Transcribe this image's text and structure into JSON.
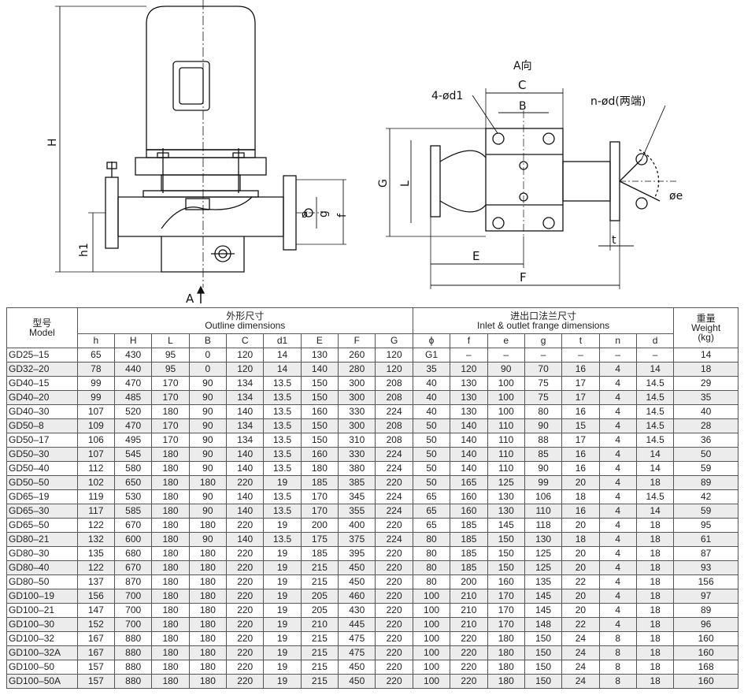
{
  "drawing": {
    "labels": {
      "H": "H",
      "h1": "h1",
      "A_arrow": "A",
      "A_view": "A向",
      "C": "C",
      "B": "B",
      "G": "G",
      "L": "L",
      "E": "E",
      "F": "F",
      "t": "t",
      "four_d1": "4-ød1",
      "n_d": "n-ød(两端)",
      "phi_e": "øe",
      "phi": "ø",
      "g": "g",
      "f": "f"
    }
  },
  "table": {
    "header": {
      "model_cn": "型号",
      "model_en": "Model",
      "outline_cn": "外形尺寸",
      "outline_en": "Outline dimensions",
      "flange_cn": "进出口法兰尺寸",
      "flange_en": "Inlet & outlet frange dimensions",
      "weight_cn": "重量",
      "weight_en": "Weight",
      "weight_unit": "(kg)"
    },
    "columns": [
      "h",
      "H",
      "L",
      "B",
      "C",
      "d1",
      "E",
      "F",
      "G",
      "ϕ",
      "f",
      "e",
      "g",
      "t",
      "n",
      "d"
    ],
    "rows": [
      [
        "GD25–15",
        "65",
        "430",
        "95",
        "0",
        "120",
        "14",
        "130",
        "260",
        "120",
        "G1",
        "–",
        "–",
        "–",
        "–",
        "–",
        "–",
        "14"
      ],
      [
        "GD32–20",
        "78",
        "440",
        "95",
        "0",
        "120",
        "14",
        "140",
        "280",
        "120",
        "35",
        "120",
        "90",
        "70",
        "16",
        "4",
        "14",
        "18"
      ],
      [
        "GD40–15",
        "99",
        "470",
        "170",
        "90",
        "134",
        "13.5",
        "150",
        "300",
        "208",
        "40",
        "130",
        "100",
        "75",
        "17",
        "4",
        "14.5",
        "29"
      ],
      [
        "GD40–20",
        "99",
        "485",
        "170",
        "90",
        "134",
        "13.5",
        "150",
        "300",
        "208",
        "40",
        "130",
        "100",
        "75",
        "17",
        "4",
        "14.5",
        "35"
      ],
      [
        "GD40–30",
        "107",
        "520",
        "180",
        "90",
        "140",
        "13.5",
        "160",
        "330",
        "224",
        "40",
        "130",
        "100",
        "80",
        "16",
        "4",
        "14.5",
        "40"
      ],
      [
        "GD50–8",
        "109",
        "470",
        "170",
        "90",
        "134",
        "13.5",
        "150",
        "300",
        "208",
        "50",
        "140",
        "110",
        "90",
        "15",
        "4",
        "14.5",
        "28"
      ],
      [
        "GD50–17",
        "106",
        "495",
        "170",
        "90",
        "134",
        "13.5",
        "150",
        "310",
        "208",
        "50",
        "140",
        "110",
        "88",
        "17",
        "4",
        "14.5",
        "36"
      ],
      [
        "GD50–30",
        "107",
        "545",
        "180",
        "90",
        "140",
        "13.5",
        "160",
        "330",
        "224",
        "50",
        "140",
        "110",
        "85",
        "16",
        "4",
        "14",
        "50"
      ],
      [
        "GD50–40",
        "112",
        "580",
        "180",
        "90",
        "140",
        "13.5",
        "180",
        "380",
        "224",
        "50",
        "140",
        "110",
        "90",
        "16",
        "4",
        "14",
        "59"
      ],
      [
        "GD50–50",
        "102",
        "650",
        "180",
        "180",
        "220",
        "19",
        "185",
        "385",
        "220",
        "50",
        "165",
        "125",
        "99",
        "20",
        "4",
        "18",
        "89"
      ],
      [
        "GD65–19",
        "119",
        "530",
        "180",
        "90",
        "140",
        "13.5",
        "170",
        "345",
        "224",
        "65",
        "160",
        "130",
        "106",
        "18",
        "4",
        "14.5",
        "42"
      ],
      [
        "GD65–30",
        "117",
        "585",
        "180",
        "90",
        "140",
        "13.5",
        "170",
        "355",
        "224",
        "65",
        "160",
        "130",
        "110",
        "16",
        "4",
        "14",
        "59"
      ],
      [
        "GD65–50",
        "122",
        "670",
        "180",
        "180",
        "220",
        "19",
        "200",
        "400",
        "220",
        "65",
        "185",
        "145",
        "118",
        "20",
        "4",
        "18",
        "95"
      ],
      [
        "GD80–21",
        "132",
        "600",
        "180",
        "90",
        "140",
        "13.5",
        "175",
        "375",
        "224",
        "80",
        "185",
        "150",
        "130",
        "18",
        "4",
        "18",
        "61"
      ],
      [
        "GD80–30",
        "135",
        "680",
        "180",
        "180",
        "220",
        "19",
        "185",
        "395",
        "220",
        "80",
        "185",
        "150",
        "125",
        "20",
        "4",
        "18",
        "87"
      ],
      [
        "GD80–40",
        "122",
        "670",
        "180",
        "180",
        "220",
        "19",
        "215",
        "450",
        "220",
        "80",
        "185",
        "150",
        "125",
        "20",
        "4",
        "18",
        "93"
      ],
      [
        "GD80–50",
        "137",
        "870",
        "180",
        "180",
        "220",
        "19",
        "215",
        "450",
        "220",
        "80",
        "200",
        "160",
        "135",
        "22",
        "4",
        "18",
        "156"
      ],
      [
        "GD100–19",
        "156",
        "700",
        "180",
        "180",
        "220",
        "19",
        "205",
        "460",
        "220",
        "100",
        "210",
        "170",
        "145",
        "20",
        "4",
        "18",
        "97"
      ],
      [
        "GD100–21",
        "147",
        "700",
        "180",
        "180",
        "220",
        "19",
        "205",
        "430",
        "220",
        "100",
        "210",
        "170",
        "145",
        "20",
        "4",
        "18",
        "89"
      ],
      [
        "GD100–30",
        "152",
        "700",
        "180",
        "180",
        "220",
        "19",
        "210",
        "445",
        "220",
        "100",
        "210",
        "170",
        "148",
        "22",
        "4",
        "18",
        "96"
      ],
      [
        "GD100–32",
        "167",
        "880",
        "180",
        "180",
        "220",
        "19",
        "215",
        "475",
        "220",
        "100",
        "220",
        "180",
        "150",
        "24",
        "8",
        "18",
        "160"
      ],
      [
        "GD100–32A",
        "167",
        "880",
        "180",
        "180",
        "220",
        "19",
        "215",
        "475",
        "220",
        "100",
        "220",
        "180",
        "150",
        "24",
        "8",
        "18",
        "160"
      ],
      [
        "GD100–50",
        "157",
        "880",
        "180",
        "180",
        "220",
        "19",
        "215",
        "450",
        "220",
        "100",
        "220",
        "180",
        "150",
        "24",
        "8",
        "18",
        "168"
      ],
      [
        "GD100–50A",
        "157",
        "880",
        "180",
        "180",
        "220",
        "19",
        "215",
        "450",
        "220",
        "100",
        "220",
        "180",
        "150",
        "24",
        "8",
        "18",
        "160"
      ]
    ]
  }
}
